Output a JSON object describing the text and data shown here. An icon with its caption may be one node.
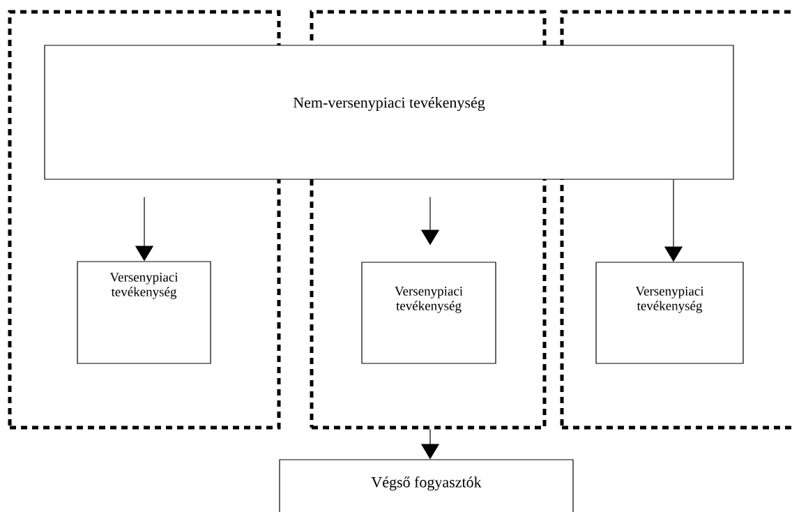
{
  "diagram": {
    "nodes": [
      {
        "text": [],
        "shape": "box"
      },
      {
        "text": [],
        "shape": "box"
      },
      {
        "text": [],
        "shape": "box"
      },
      {
        "text": [
          "Nem-versenypiaci tevékenység"
        ]
      },
      {
        "text": [
          "Versenypiaci tevékenység"
        ],
        "in": 0
      },
      {
        "text": [
          "Versenypiaci tevékenység"
        ],
        "in": 1
      },
      {
        "text": [
          "Versenypiaci tevékenység"
        ],
        "in": 2
      },
      {
        "text": [
          "Végső fogyasztók"
        ]
      }
    ],
    "edges": [
      {
        "from": 3,
        "to": 4,
        "arrow": "to"
      },
      {
        "from": 3,
        "to": 5,
        "arrow": "to"
      },
      {
        "from": 3,
        "to": 6,
        "arrow": "to"
      },
      {
        "from": 1,
        "to": 7,
        "arrow": "to"
      }
    ]
  }
}
